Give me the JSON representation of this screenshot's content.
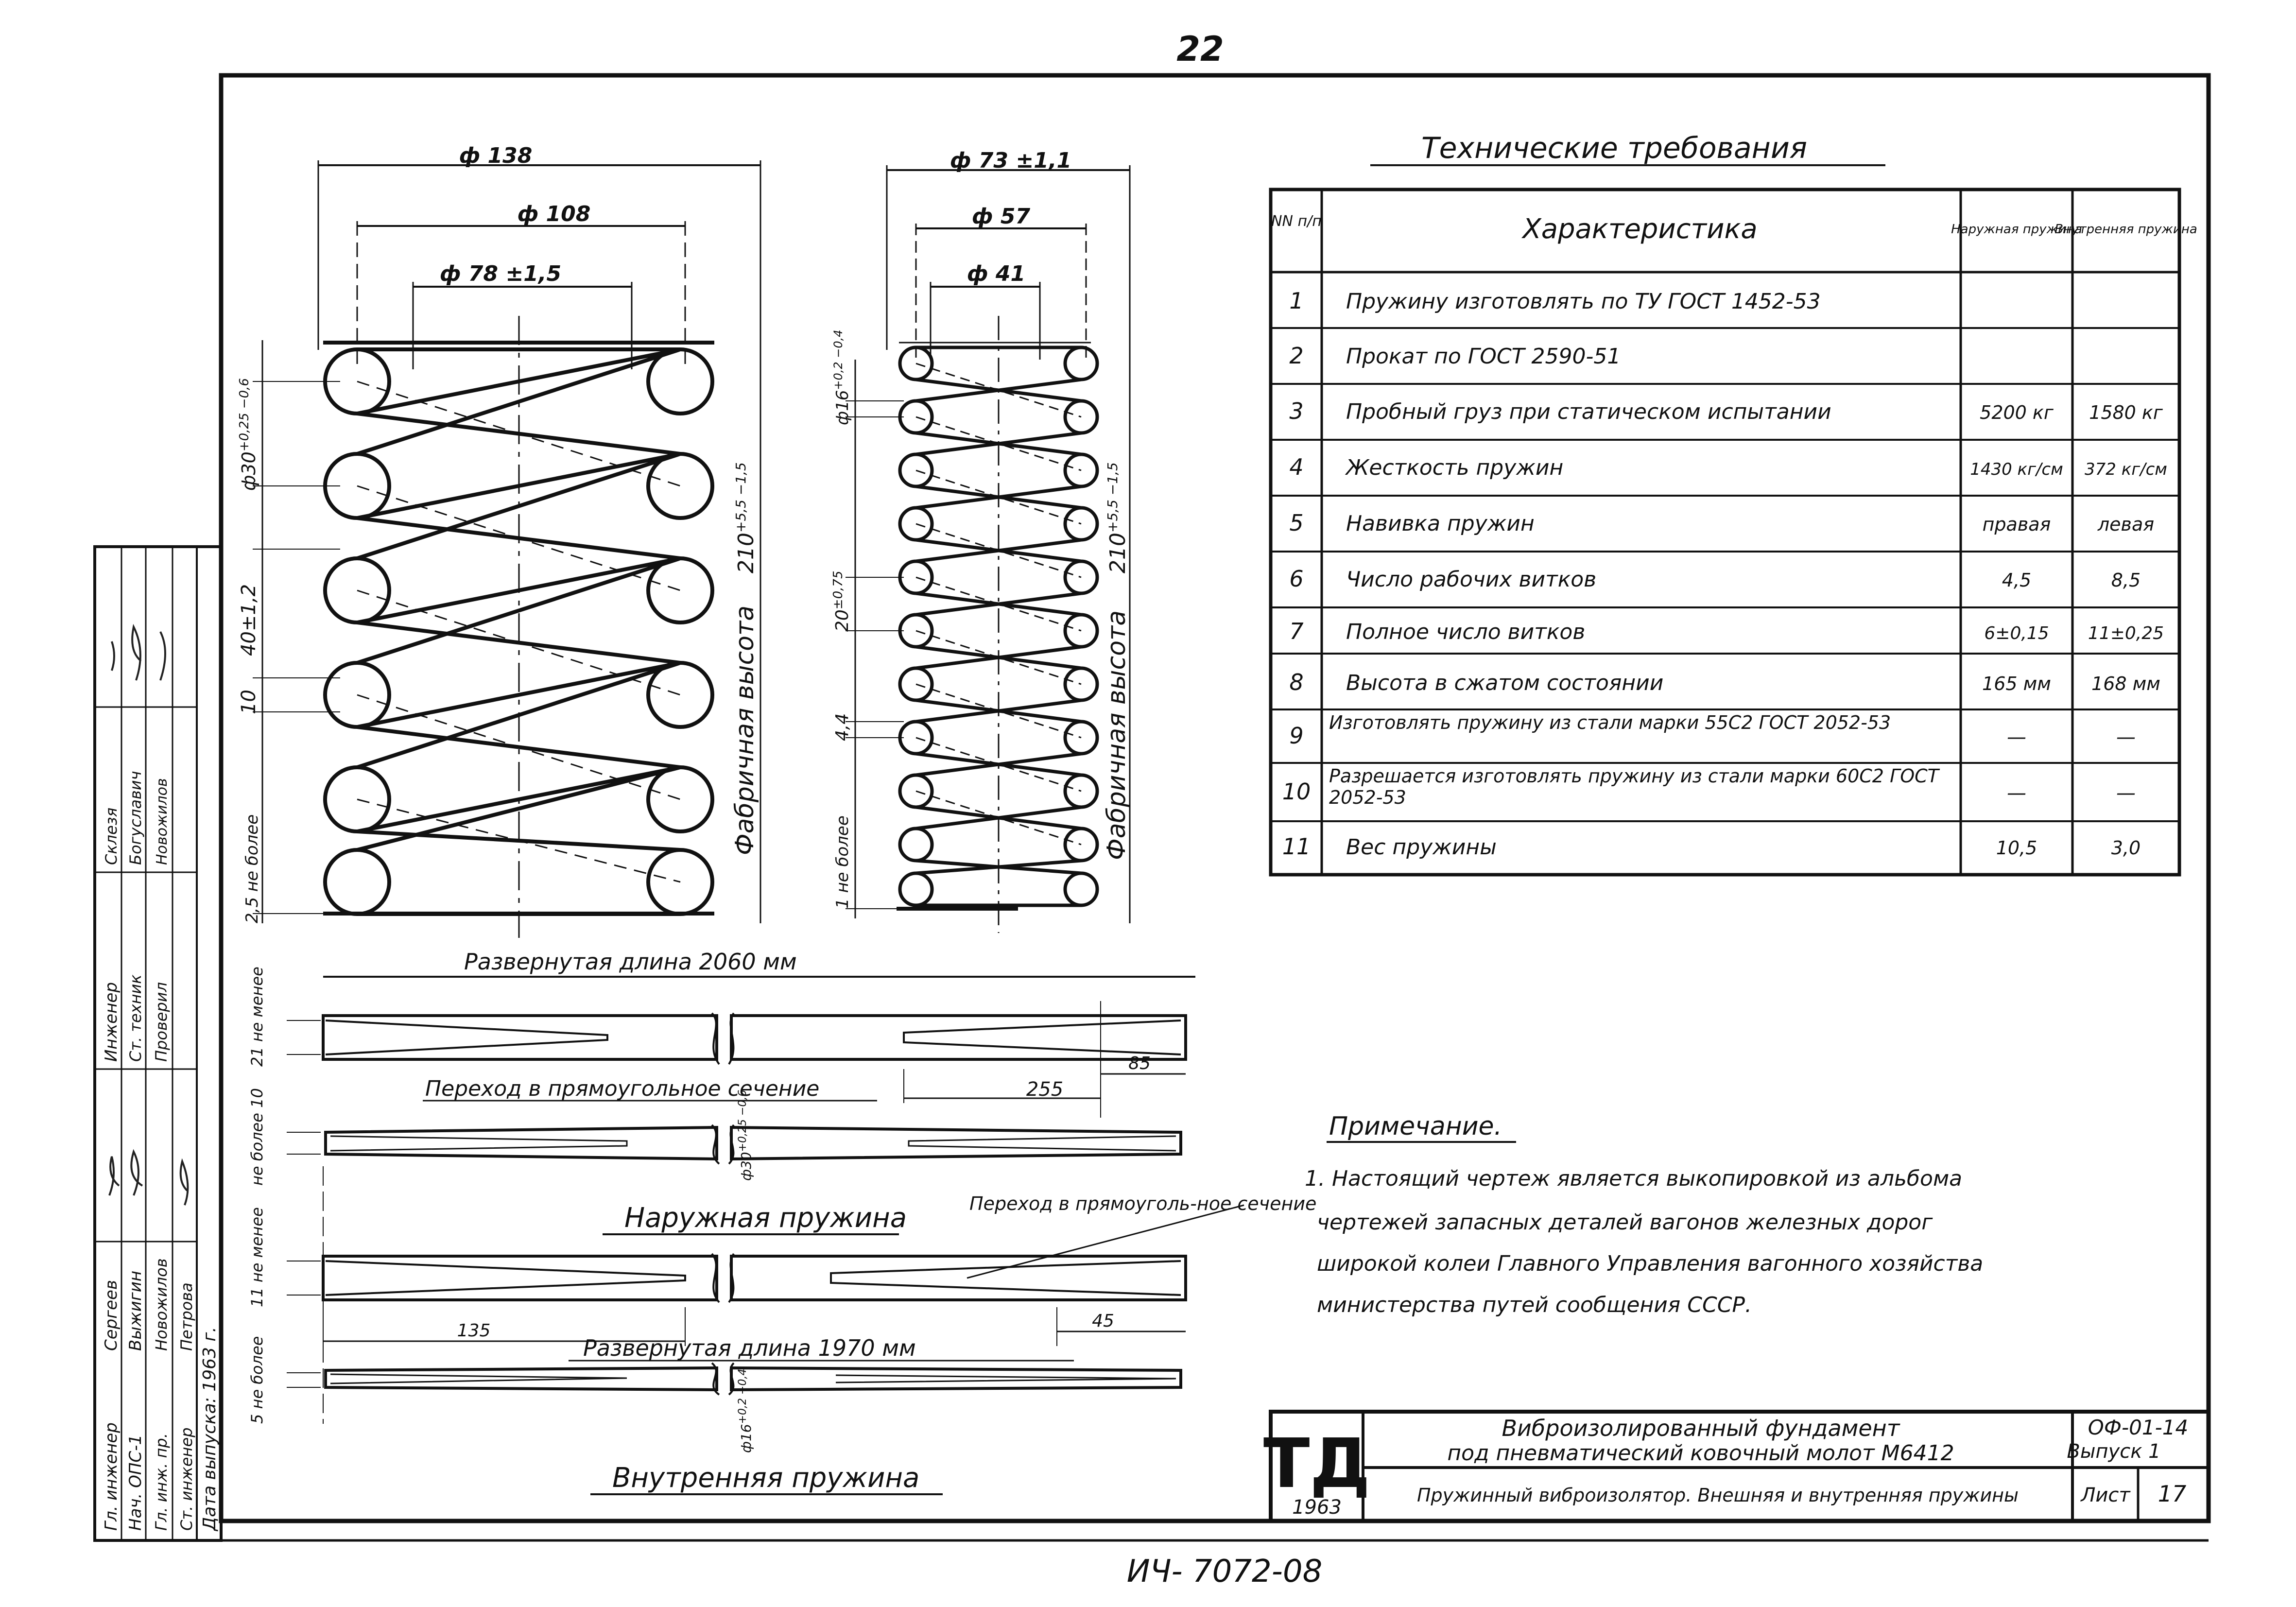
{
  "page_number": "22",
  "bottom_code": "ИЧ- 7072-08",
  "outer_spring": {
    "dim_outer": "ф 138",
    "dim_mid": "ф 108",
    "dim_inner": "ф 78 ±1,5",
    "wire_dia": "ф30",
    "wire_tol": "+0,25 −0,6",
    "pitch": "40±1,2",
    "gap": "10",
    "end_gap": "2,5 не более",
    "height_label": "Фабричная высота",
    "height_value": "210",
    "height_tol": "+5,5 −1,5"
  },
  "inner_spring": {
    "dim_outer": "ф 73 ±1,1",
    "dim_mid": "ф 57",
    "dim_inner": "ф 41",
    "wire_dia": "ф16",
    "wire_tol": "+0,2 −0,4",
    "pitch": "20",
    "pitch_tol": "±0,75",
    "gap": "4,4",
    "end_gap": "1 не более",
    "height_label": "Фабричная высота",
    "height_value": "210",
    "height_tol": "+5,5 −1,5"
  },
  "bars": {
    "outer_length": "Развернутая длина 2060 мм",
    "transition_1": "Переход в прямоугольное сечение",
    "dim_255": "255",
    "dim_85": "85",
    "not_less_21": "21 не менее",
    "not_more_10": "не более 10",
    "section_630": "ф30",
    "section_tol": "+0,25 −0,6",
    "outer_title": "Наружная пружина",
    "transition_2": "Переход в прямоуголь-ное сечение",
    "not_less_11": "11 не менее",
    "dim_135": "135",
    "dim_45": "45",
    "inner_length": "Развернутая длина 1970 мм",
    "not_more_5": "5 не более",
    "section_16": "ф16",
    "section_16_tol": "+0,2 −0,4",
    "inner_title": "Внутренняя пружина"
  },
  "tech": {
    "title": "Технические требования",
    "headers": [
      "NN п/п",
      "Характеристика",
      "Наружная пружина",
      "Внутренняя пружина"
    ],
    "rows": [
      {
        "n": "1",
        "text": "Пружину изготовлять по ТУ ГОСТ 1452-53",
        "outer": "",
        "inner": ""
      },
      {
        "n": "2",
        "text": "Прокат по ГОСТ 2590-51",
        "outer": "",
        "inner": ""
      },
      {
        "n": "3",
        "text": "Пробный груз при статическом испытании",
        "outer": "5200 кг",
        "inner": "1580 кг"
      },
      {
        "n": "4",
        "text": "Жесткость пружин",
        "outer": "1430 кг/см",
        "inner": "372 кг/см"
      },
      {
        "n": "5",
        "text": "Навивка пружин",
        "outer": "правая",
        "inner": "левая"
      },
      {
        "n": "6",
        "text": "Число рабочих витков",
        "outer": "4,5",
        "inner": "8,5"
      },
      {
        "n": "7",
        "text": "Полное число витков",
        "outer": "6±0,15",
        "inner": "11±0,25"
      },
      {
        "n": "8",
        "text": "Высота в сжатом состоянии",
        "outer": "165 мм",
        "inner": "168 мм"
      },
      {
        "n": "9",
        "text": "Изготовлять пружину из стали марки 55С2 ГОСТ 2052-53",
        "outer": "—",
        "inner": "—"
      },
      {
        "n": "10",
        "text": "Разрешается изготовлять пружину из стали марки 60С2 ГОСТ 2052-53",
        "outer": "—",
        "inner": "—"
      },
      {
        "n": "11",
        "text": "Вес пружины",
        "outer": "10,5",
        "inner": "3,0"
      }
    ]
  },
  "note": {
    "title": "Примечание.",
    "lines": [
      "1. Настоящий чертеж является выкопировкой из альбома",
      "чертежей запасных деталей вагонов железных дорог",
      "широкой колеи Главного Управления вагонного хозяйства",
      "министерства путей сообщения СССР."
    ]
  },
  "title_block": {
    "logo": "ТД",
    "year": "1963",
    "project_line1": "Виброизолированный фундамент",
    "project_line2": "под пневматический ковочный молот М6412",
    "code": "ОФ-01-14",
    "issue": "Выпуск 1",
    "sheet_title": "Пружинный виброизолятор. Внешняя и внутренняя пружины",
    "sheet_label": "Лист",
    "sheet_no": "17"
  },
  "stamp": {
    "roles": [
      "Гл. инженер",
      "Нач. ОПС-1",
      "Гл. инж. пр.",
      "Ст. инженер",
      "Инженер",
      "Ст. техник",
      "Проверил"
    ],
    "names": [
      "Сергеев",
      "Выжигин",
      "Новожилов",
      "Петрова",
      "Склезя",
      "Богуславич",
      "Новожилов"
    ],
    "date_label": "Дата выпуска: 1963 г."
  }
}
